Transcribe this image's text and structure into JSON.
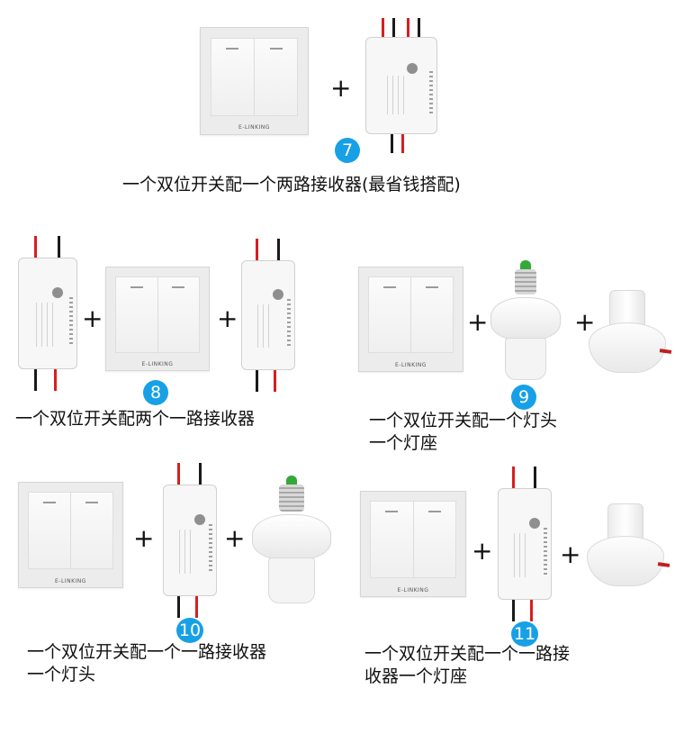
{
  "brand": "E-LINKING",
  "plus_symbol": "+",
  "badge_color": "#17a0e6",
  "combos": [
    {
      "number": "7",
      "caption": "一个双位开关配一个两路接收器(最省钱搭配)"
    },
    {
      "number": "8",
      "caption": "一个双位开关配两个一路接收器"
    },
    {
      "number": "9",
      "caption_lines": [
        "一个双位开关配一个灯头",
        "一个灯座"
      ]
    },
    {
      "number": "10",
      "caption_lines": [
        "一个双位开关配一个一路接收器",
        "一个灯头"
      ]
    },
    {
      "number": "11",
      "caption_lines": [
        "一个双位开关配一个一路接",
        "收器一个灯座"
      ]
    }
  ]
}
